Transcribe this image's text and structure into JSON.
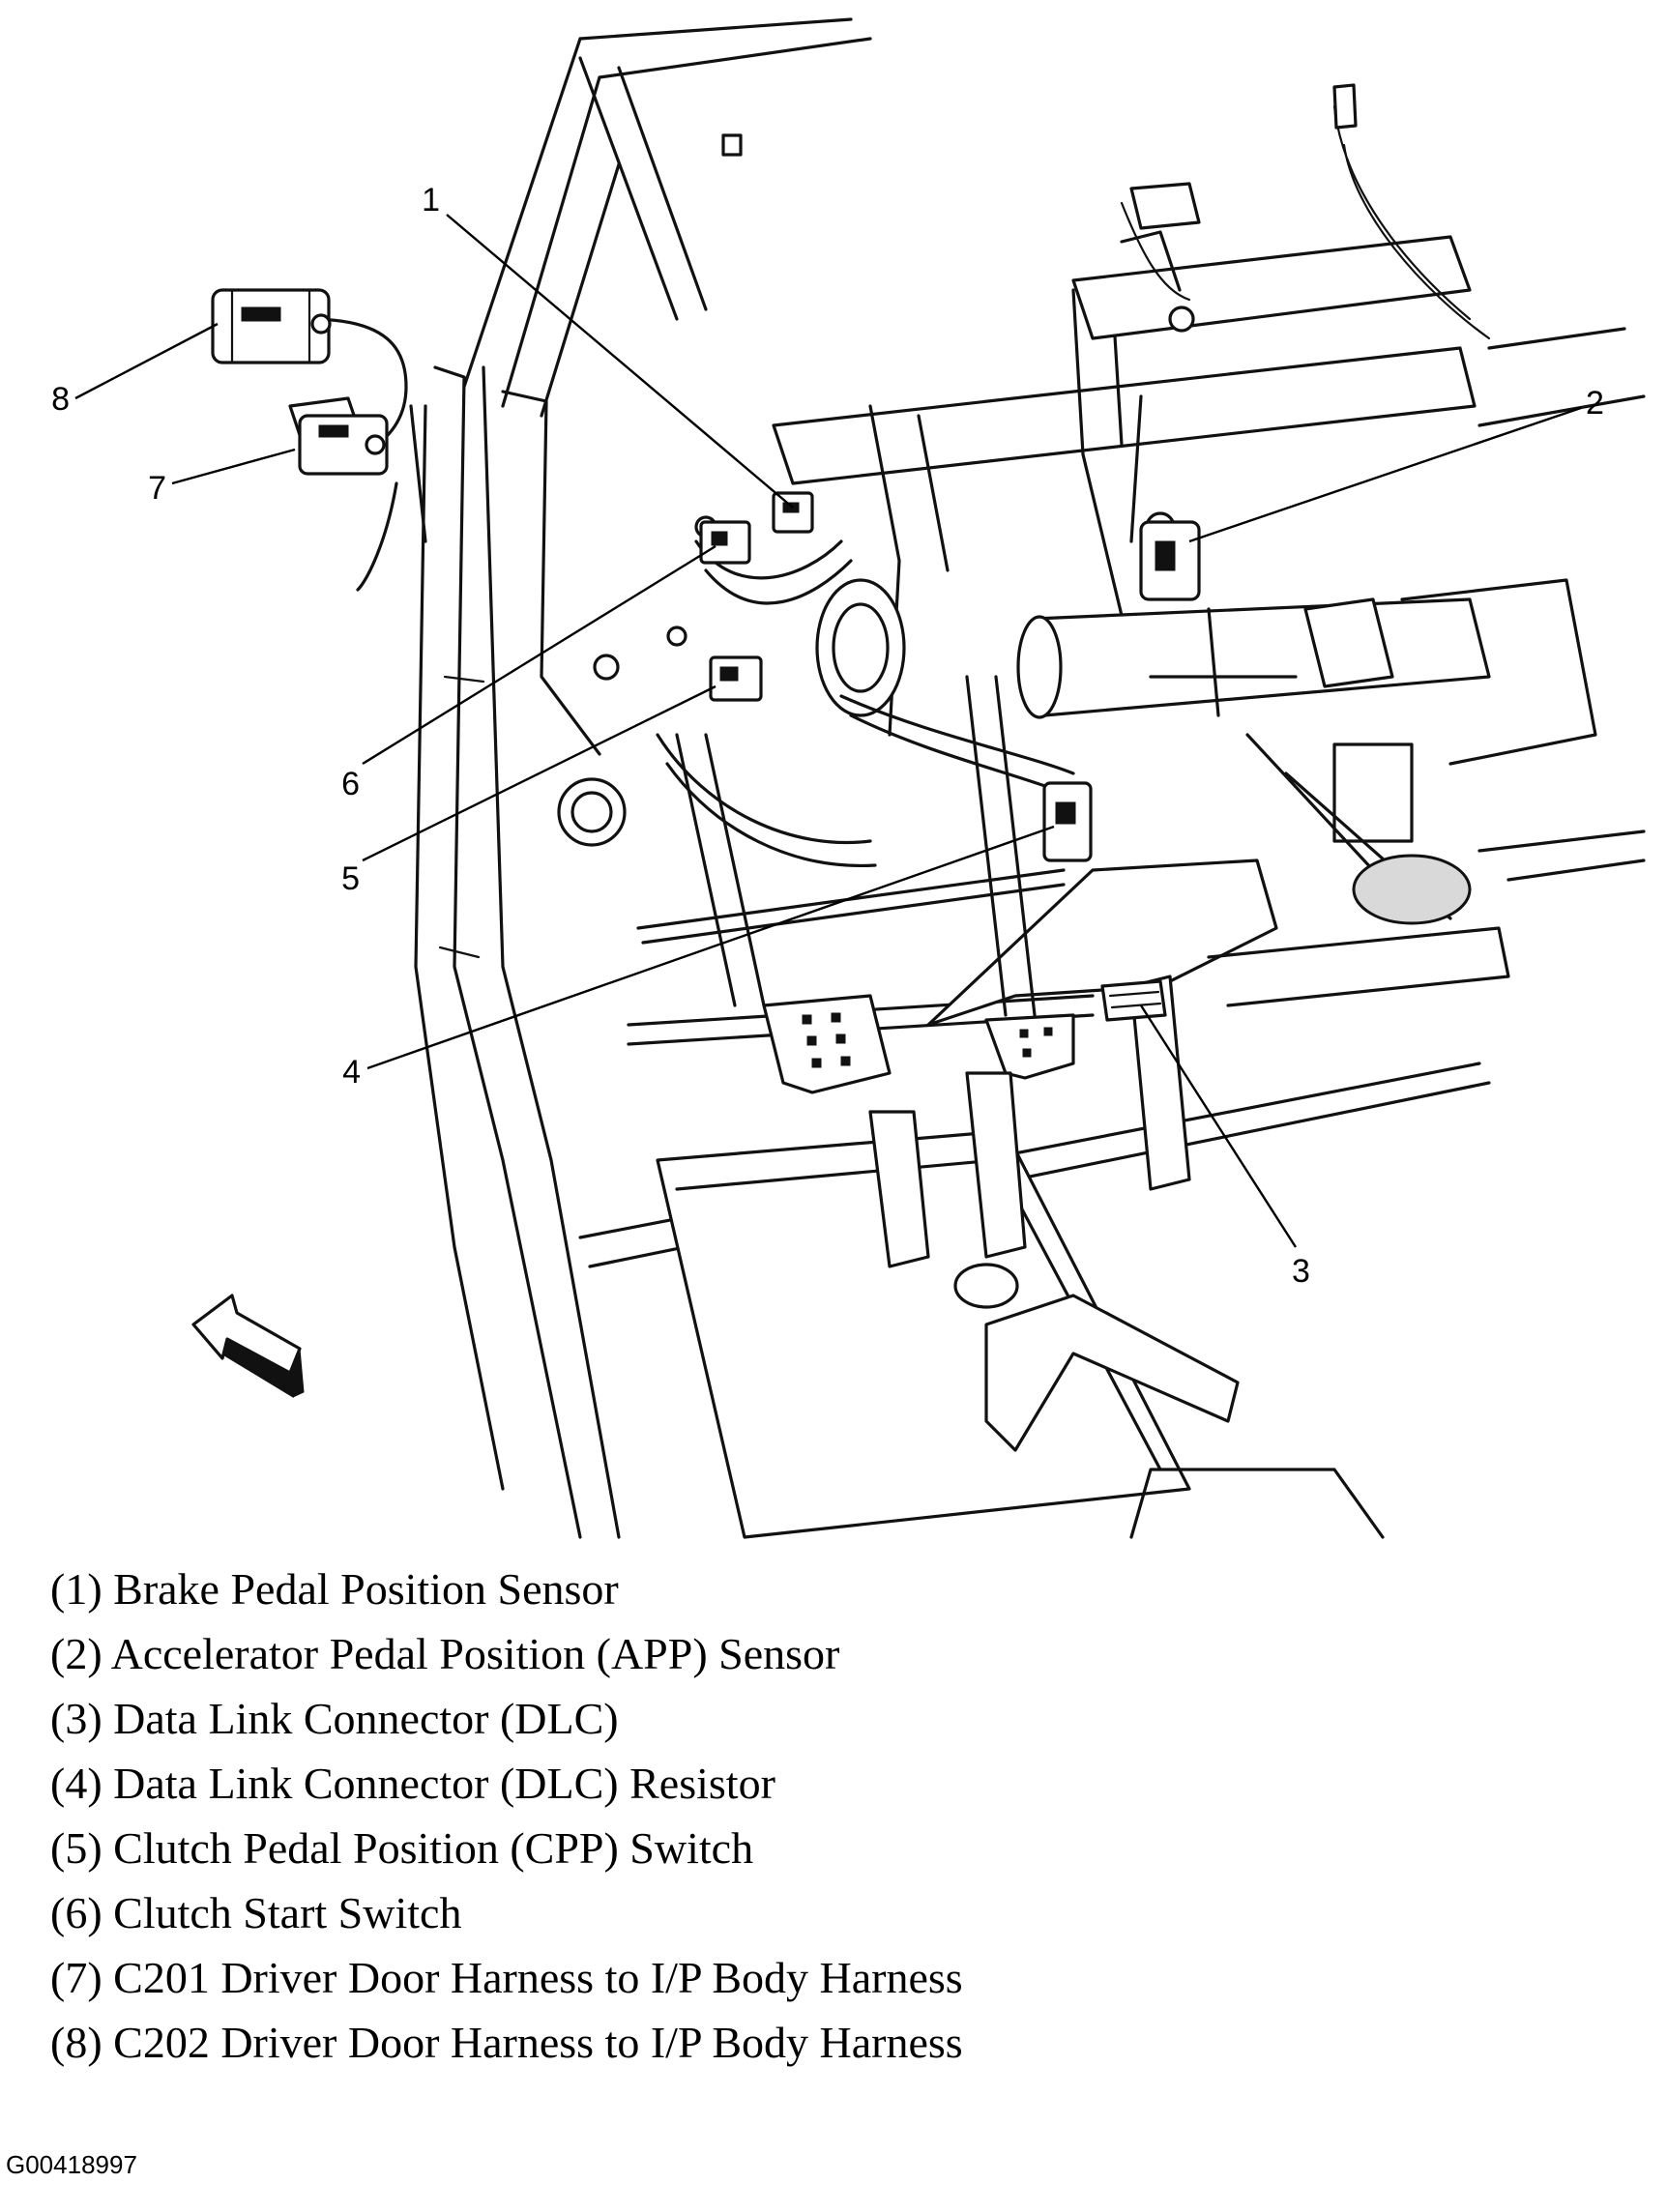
{
  "callouts": [
    "1",
    "2",
    "3",
    "4",
    "5",
    "6",
    "7",
    "8"
  ],
  "legend": [
    "(1) Brake Pedal Position Sensor",
    "(2) Accelerator Pedal Position (APP) Sensor",
    "(3) Data Link Connector (DLC)",
    "(4) Data Link Connector (DLC) Resistor",
    "(5) Clutch Pedal Position (CPP) Switch",
    "(6) Clutch Start Switch",
    "(7) C201 Driver Door Harness to I/P Body Harness",
    "(8) C202 Driver Door Harness to I/P Body Harness"
  ],
  "figure_id": "G00418997"
}
